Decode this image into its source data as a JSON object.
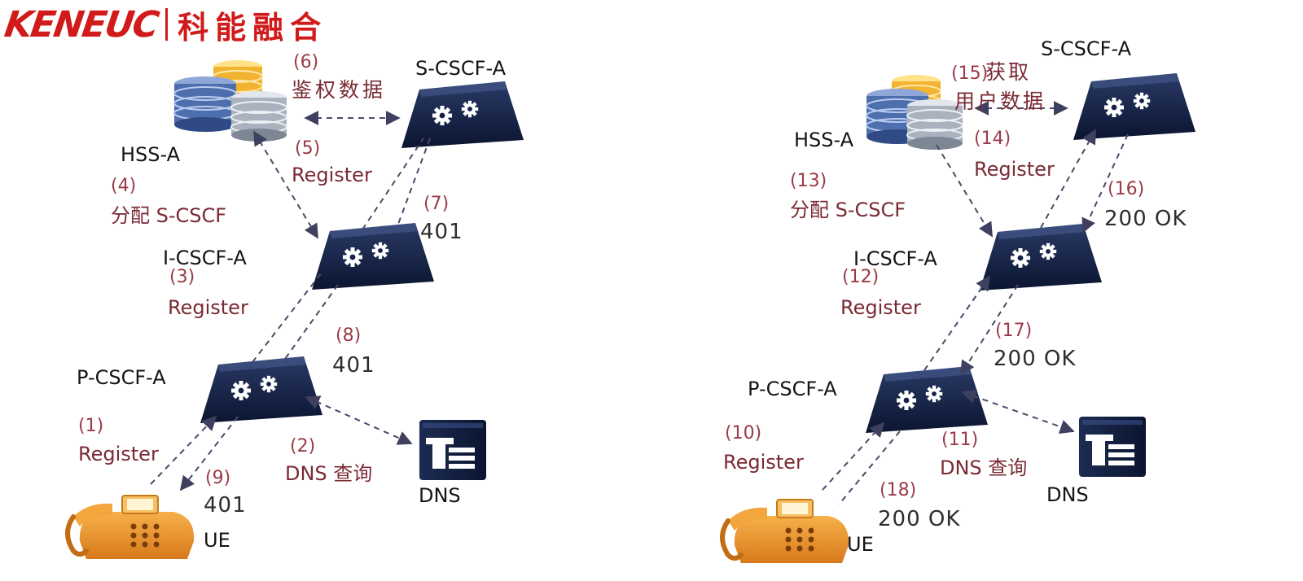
{
  "brand": {
    "english": "KENEUC",
    "chinese": "科能融合"
  },
  "colors": {
    "brand_red": "#d11a1a",
    "node_dark": "#0f1a36",
    "message_text": "#7a2a33",
    "arrow": "#4a4a6a",
    "phone": "#e8902a"
  },
  "left": {
    "hss": "HSS-A",
    "scscf": "S-CSCF-A",
    "icscf": "I-CSCF-A",
    "pcscf": "P-CSCF-A",
    "dns": "DNS",
    "ue": "UE",
    "steps": {
      "s1": {
        "num": "(1)",
        "text": "Register"
      },
      "s2": {
        "num": "(2)",
        "text": "DNS 查询"
      },
      "s3": {
        "num": "(3)",
        "text": "Register"
      },
      "s4": {
        "num": "(4)",
        "text": "分配 S-CSCF"
      },
      "s5": {
        "num": "(5)",
        "text": "Register"
      },
      "s6": {
        "num": "(6)",
        "text": "鉴权数据"
      },
      "s7": {
        "num": "(7)",
        "text": "401"
      },
      "s8": {
        "num": "(8)",
        "text": "401"
      },
      "s9": {
        "num": "(9)",
        "text": "401"
      }
    }
  },
  "right": {
    "hss": "HSS-A",
    "scscf": "S-CSCF-A",
    "icscf": "I-CSCF-A",
    "pcscf": "P-CSCF-A",
    "dns": "DNS",
    "ue": "UE",
    "steps": {
      "s10": {
        "num": "(10)",
        "text": "Register"
      },
      "s11": {
        "num": "(11)",
        "text": "DNS 查询"
      },
      "s12": {
        "num": "(12)",
        "text": "Register"
      },
      "s13": {
        "num": "(13)",
        "text": "分配 S-CSCF"
      },
      "s14": {
        "num": "(14)",
        "text": "Register"
      },
      "s15": {
        "num": "(15)",
        "text_line1": "获取",
        "text_line2": "用户数据"
      },
      "s16": {
        "num": "(16)",
        "text": "200 OK"
      },
      "s17": {
        "num": "(17)",
        "text": "200 OK"
      },
      "s18": {
        "num": "(18)",
        "text": "200 OK"
      }
    }
  }
}
